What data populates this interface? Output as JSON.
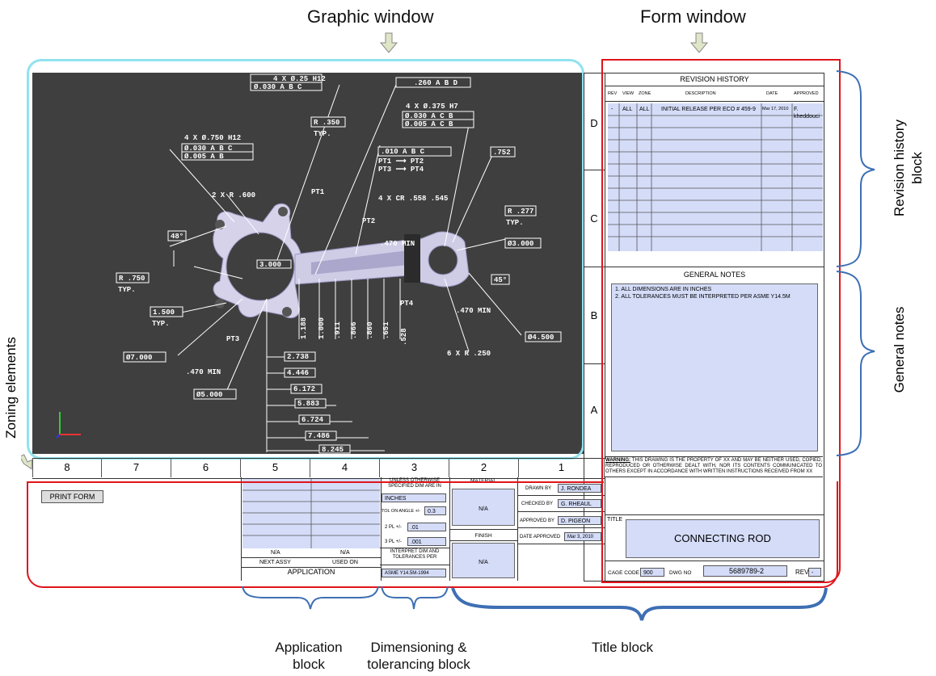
{
  "callouts": {
    "graphic_window": "Graphic window",
    "form_window": "Form window",
    "revision_history_block": "Revision history block",
    "general_notes": "General notes",
    "zoning_elements": "Zoning elements",
    "application_block": "Application block",
    "dimensioning_block": "Dimensioning & tolerancing block",
    "title_block": "Title block"
  },
  "revision_history": {
    "title": "REVISION HISTORY",
    "headers": [
      "REV",
      "VIEW",
      "ZONE",
      "DESCRIPTION",
      "DATE",
      "APPROVED"
    ],
    "row": {
      "rev": "-",
      "view": "ALL",
      "zone": "ALL",
      "description": "INITIAL RELEASE PER ECO # 459-9",
      "date": "Mar 17, 2010",
      "approved": "F. kheddouci"
    }
  },
  "general_notes": {
    "title": "GENERAL NOTES",
    "line1": "1. ALL DIMENSIONS ARE IN INCHES",
    "line2": "2. ALL TOLERANCES MUST BE INTERPRETED PER ASME Y14.5M"
  },
  "zones": {
    "numbers": [
      "8",
      "7",
      "6",
      "5",
      "4",
      "3",
      "2",
      "1"
    ],
    "letters": [
      "D",
      "C",
      "B",
      "A"
    ]
  },
  "warning": {
    "label": "WARNING:",
    "text": " THIS DRAWING IS THE PROPERTY OF  XX AND MAY BE NEITHER USED, COPIED, REPRODUCED OR OTHERWISE DEALT WITH, NOR ITS CONTENTS COMMUNICATED TO OTHERS EXCEPT IN ACCORDANCE WITH WRITTEN INSTRUCTIONS RECEIVED FROM XX"
  },
  "print_form": "PRINT FORM",
  "application": {
    "title": "APPLICATION",
    "next_assy": "NEXT ASSY",
    "used_on": "USED ON",
    "na1": "N/A",
    "na2": "N/A"
  },
  "dimensioning": {
    "unless": "UNLESS OTHERWISE SPECIFIED DIM ARE IN",
    "units": "INCHES",
    "tol_angle_label": "TOL ON ANGLE +/-",
    "tol_angle": "0.3",
    "pl2_label": "2 PL +/-",
    "pl2": ".01",
    "pl3_label": "3 PL +/-",
    "pl3": ".001",
    "interpret": "INTERPRET DIM AND TOLERANCES  PER",
    "standard": "ASME Y14.5M-1994"
  },
  "material": {
    "label": "MATERIAL",
    "value": "N/A",
    "finish_label": "FINISH",
    "finish_value": "N/A"
  },
  "signatures": {
    "drawn_label": "DRAWN BY",
    "drawn": "J. RONDEA",
    "checked_label": "CHECKED BY",
    "checked": "G. RHEAUL",
    "approved_label": "APPROVED BY",
    "approved": "D. PIGEON",
    "date_label": "DATE APPROVED",
    "date": "Mar 3, 2010"
  },
  "title_box": {
    "label": "TITLE",
    "value": "CONNECTING ROD"
  },
  "ids": {
    "cage_label": "CAGE CODE",
    "cage": "900",
    "dwg_label": "DWG NO",
    "dwg": "5689789-2",
    "rev_label": "REV",
    "rev": "-"
  },
  "drawing_labels": {
    "d1": "4 X  Ø.25 H12",
    "d2": "Ø.030 A B C",
    "d3": ".260 A B D",
    "d4": "R .350",
    "d5": "TYP.",
    "d6": "4 X  Ø.375 H7",
    "d7": "Ø.030 A C B",
    "d8": "Ø.005 A C B",
    "d9": "4 X  Ø.750 H12",
    "d10": "Ø.030 A B C",
    "d11": "Ø.005 A B",
    "d12": ".010 A B C",
    "d13": "PT1 ⟶ PT2",
    "d14": "PT3 ⟶ PT4",
    "d15": ".752",
    "d16": "2 X  R .600",
    "d17": "PT1",
    "d18": "4 X  CR .558 .545",
    "d19": "R .277",
    "d20": "TYP.",
    "d21": "PT2",
    "d22": ".470 MIN",
    "d23": "Ø3.000",
    "d24": "48°",
    "d25": "45°",
    "d26": "R .750",
    "d27": "TYP.",
    "d28": "1.500",
    "d29": "TYP.",
    "d30": "3.000",
    "d31": "PT4",
    "d32": ".470 MIN",
    "d33": "Ø4.500",
    "d34": "Ø7.000",
    "d35": ".470 MIN",
    "d36": "PT3",
    "d37": "6 X  R .250",
    "d38": "Ø5.000",
    "d39": "2.738",
    "d40": "4.446",
    "d41": "6.172",
    "d42": "5.883",
    "d43": "6.724",
    "d44": "7.486",
    "d45": "8.245",
    "v1": "1.188",
    "v2": "1.000",
    "v3": ".911",
    "v4": ".866",
    "v5": ".860",
    "v6": ".651",
    "v7": ".528"
  }
}
